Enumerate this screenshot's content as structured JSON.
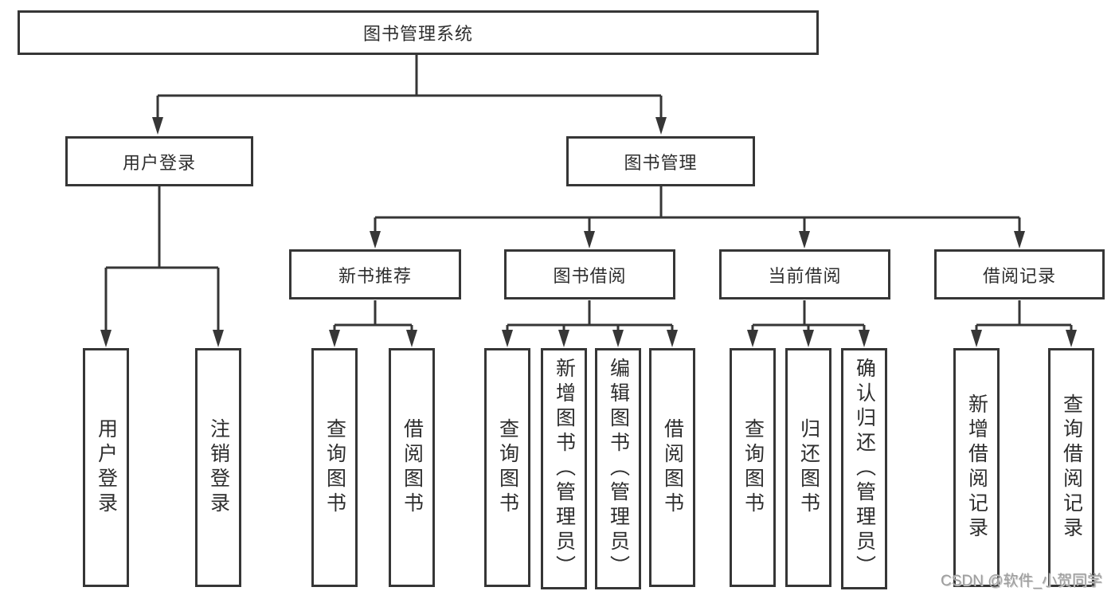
{
  "diagram": {
    "title": "图书管理系统",
    "tree": {
      "root": {
        "label": "图书管理系统"
      },
      "branches": [
        {
          "label": "用户登录",
          "children": [
            {
              "label": "用户登录"
            },
            {
              "label": "注销登录"
            }
          ]
        },
        {
          "label": "图书管理",
          "children": [
            {
              "label": "新书推荐",
              "children": [
                {
                  "label": "查询图书"
                },
                {
                  "label": "借阅图书"
                }
              ]
            },
            {
              "label": "图书借阅",
              "children": [
                {
                  "label": "查询图书"
                },
                {
                  "label": "新增图书（管理员）"
                },
                {
                  "label": "编辑图书（管理员）"
                },
                {
                  "label": "借阅图书"
                }
              ]
            },
            {
              "label": "当前借阅",
              "children": [
                {
                  "label": "查询图书"
                },
                {
                  "label": "归还图书"
                },
                {
                  "label": "确认归还（管理员）"
                }
              ]
            },
            {
              "label": "借阅记录",
              "children": [
                {
                  "label": "新增借阅记录"
                },
                {
                  "label": "查询借阅记录"
                }
              ]
            }
          ]
        }
      ]
    },
    "colors": {
      "line": "#363636",
      "text": "#2e2e2e",
      "background": "#ffffff",
      "watermark": "#9e9e9e"
    }
  },
  "watermark": {
    "text": "CSDN @软件_小贺同学"
  }
}
